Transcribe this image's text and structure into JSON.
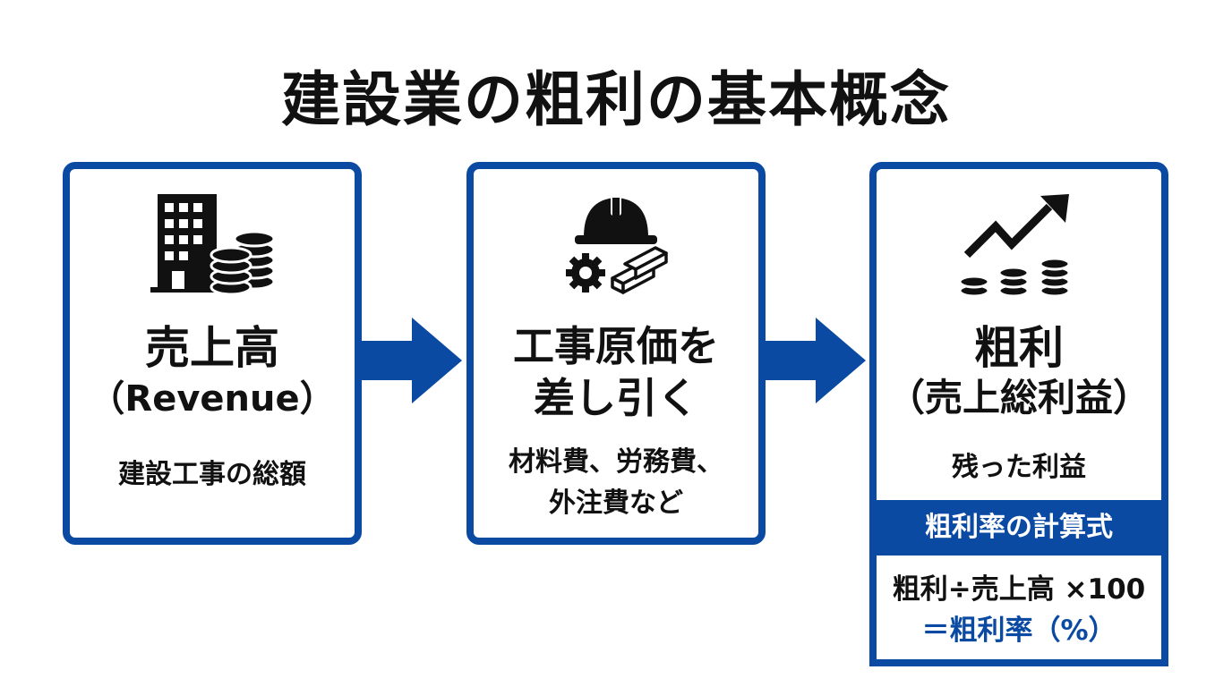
{
  "title": "建設業の粗利の基本概念",
  "colors": {
    "accent": "#0b4aa2",
    "text": "#111111",
    "background": "#ffffff"
  },
  "cards": [
    {
      "icon": "building-coins-icon",
      "heading_line1": "売上高",
      "heading_line2": "（Revenue）",
      "description_line1": "建設工事の総額"
    },
    {
      "icon": "hardhat-gear-materials-icon",
      "heading_line1": "工事原価を",
      "heading_line2": "差し引く",
      "description_line1": "材料費、労務費、",
      "description_line2": "外注費など"
    },
    {
      "icon": "growth-arrow-coins-icon",
      "heading_line1": "粗利",
      "heading_line2": "（売上総利益）",
      "description_line1": "残った利益",
      "formula": {
        "label": "粗利率の計算式",
        "line1": "粗利÷売上高 ×100",
        "line2": "＝粗利率（%）"
      }
    }
  ],
  "arrows": [
    "right-arrow-icon",
    "right-arrow-icon"
  ]
}
